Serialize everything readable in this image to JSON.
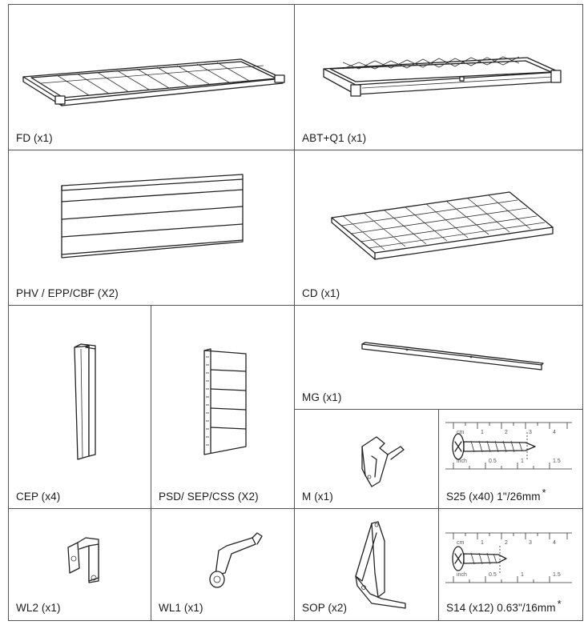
{
  "parts": {
    "fd": "FD (x1)",
    "abt": "ABT+Q1 (x1)",
    "phv": "PHV / EPP/CBF (X2)",
    "cd": "CD (x1)",
    "cep": "CEP (x4)",
    "psd": "PSD/ SEP/CSS (X2)",
    "mg": "MG (x1)",
    "m": "M (x1)",
    "s25": "S25 (x40)  1\"/26mm",
    "s14": "S14 (x12) 0.63\"/16mm",
    "wl2": "WL2 (x1)",
    "wl1": "WL1 (x1)",
    "sop": "SOP (x2)"
  },
  "asterisk": "*",
  "ruler": {
    "cm_label": "cm",
    "inch_label": "inch",
    "cm_ticks": [
      "1",
      "2",
      "3",
      "4"
    ],
    "inch_ticks": [
      "0.5",
      "1",
      "1.5"
    ]
  },
  "icons": {
    "fd": "floor-deck-panel",
    "abt": "tray-frame",
    "phv": "ribbed-wall-panel",
    "cd": "grid-deck-panel",
    "cep": "corner-post",
    "psd": "side-wall-panel",
    "mg": "long-rail",
    "m": "clip-hardware",
    "s25": "screw-ruler",
    "s14": "screw-ruler",
    "wl2": "wall-bracket",
    "wl1": "wall-bracket",
    "sop": "support-arm"
  }
}
